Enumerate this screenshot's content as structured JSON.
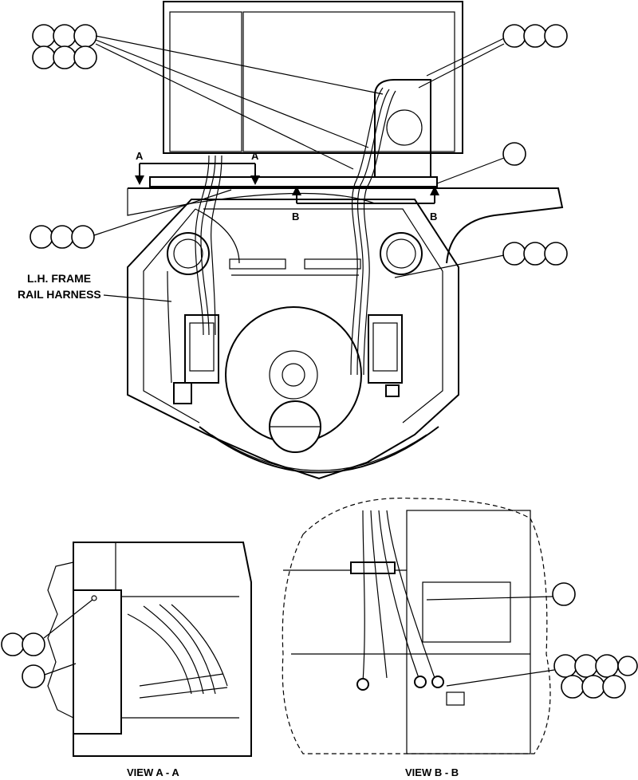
{
  "labels": {
    "frame_rail_line1": "L.H. FRAME",
    "frame_rail_line2": "RAIL HARNESS",
    "view_a": "VIEW A - A",
    "view_b": "VIEW B - B",
    "section_a": "A",
    "section_b": "B"
  }
}
